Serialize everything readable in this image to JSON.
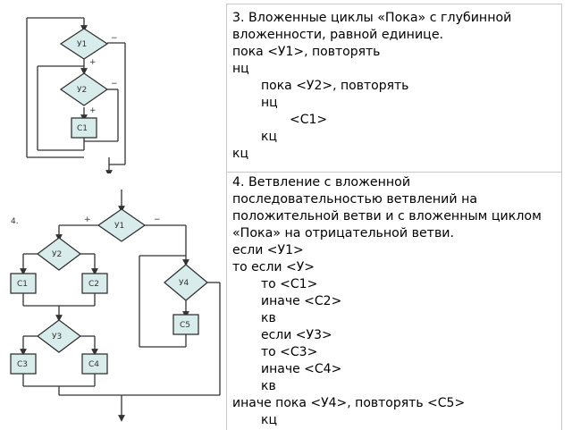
{
  "fig1": {
    "u1": "У1",
    "u2": "У2",
    "c1": "С1",
    "minus1": "−",
    "plus1": "+",
    "minus2": "−",
    "plus2": "+"
  },
  "fig2": {
    "num": "4.",
    "u1": "У1",
    "u2": "У2",
    "u3": "У3",
    "u4": "У4",
    "c1": "С1",
    "c2": "С2",
    "c3": "С3",
    "c4": "С4",
    "c5": "С5",
    "plus": "+",
    "minus": "−"
  },
  "panel1": {
    "heading": "3. Вложенные циклы «Пока» с глубинной вложенности, равной единице.",
    "lines": [
      "пока <У1>, повторять",
      "нц",
      "пока <У2>, повторять",
      "нц",
      "<С1>",
      "кц",
      "кц"
    ]
  },
  "panel2": {
    "heading": "4. Ветвление с вложенной последовательностью ветвлений на положительной ветви и с вложенным циклом «Пока» на отрицательной ветви.",
    "lines": [
      "если <У1>",
      "то если <У>",
      "то <С1>",
      "иначе <С2>",
      "кв",
      "если <У3>",
      "то <С3>",
      "иначе <С4>",
      "кв",
      "иначе пока <У4>, повторять <С5>",
      "кц"
    ]
  }
}
